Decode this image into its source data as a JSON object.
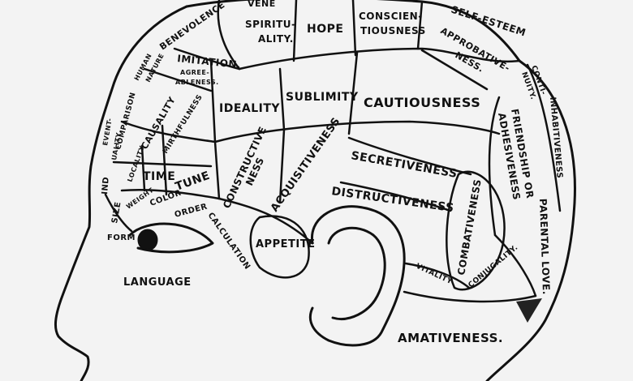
{
  "regions": {
    "vene": "VENE",
    "benevolence": "BENEVOLENCE",
    "spirituality_1": "SPIRITU-",
    "spirituality_2": "ALITY.",
    "hope": "HOPE",
    "conscientiousness_1": "CONSCIEN-",
    "conscientiousness_2": "TIOUSNESS",
    "self_esteem": "SELF-ESTEEM",
    "human_nature_1": "HUMAN",
    "human_nature_2": "NATURE",
    "imitation": "IMITATION.",
    "approbativeness_1": "APPROBATIVE-",
    "approbativeness_2": "NESS.",
    "continuity_1": "CONTI-",
    "continuity_2": "NUITY.",
    "agreeableness_1": "AGREE-",
    "agreeableness_2": "ABLENESS.",
    "comparison": "COMPARISON",
    "causality": "CAUSALITY",
    "mirthfulness": "MIRTHFULNESS",
    "ideality": "IDEALITY",
    "sublimity": "SUBLIMITY",
    "cautiousness": "CAUTIOUSNESS",
    "inhabitiveness": "INHABITIVENESS",
    "friendship_1": "FRIENDSHIP OR",
    "friendship_2": "ADHESIVENESS",
    "eventuality_1": "EVENT-",
    "eventuality_2": "UALITY",
    "locality": "LOCALITY",
    "time": "TIME",
    "tune": "TUNE",
    "constructiveness_1": "CONSTRUCTIVE",
    "constructiveness_2": "NESS",
    "acquisitiveness": "ACQUISITIVENESS",
    "secretiveness": "SECRETIVENESS",
    "destructiveness": "DISTRUCTIVENESS",
    "combativeness": "COMBATIVENESS",
    "parental_love": "PARENTAL LOVE.",
    "individuality": "IND",
    "size": "SIZE",
    "weight": "WEIGHT",
    "color": "COLOR",
    "order": "ORDER",
    "calculation": "CALCULATION",
    "form": "FORM",
    "appetite": "APPETITE",
    "vitality": "VITALITY",
    "conjugality": "CONJUGALITY.",
    "language": "LANGUAGE",
    "amativeness": "AMATIVENESS."
  }
}
